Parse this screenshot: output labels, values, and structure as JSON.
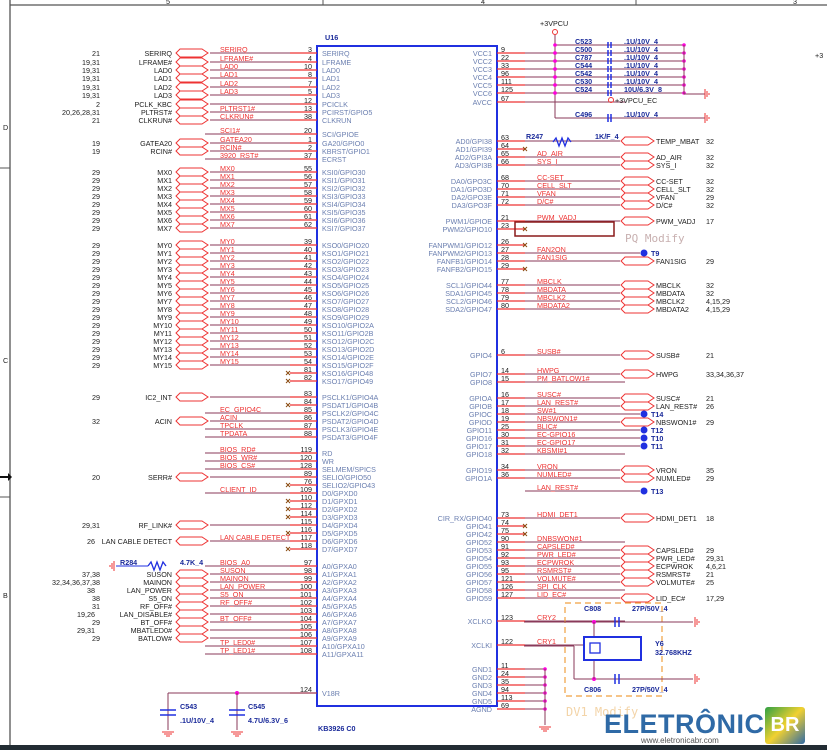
{
  "sheet": {
    "zone_labels": {
      "top": [
        "5",
        "4",
        "3"
      ],
      "left": [
        "D",
        "C",
        "B"
      ]
    },
    "chip": {
      "ref": "U16",
      "part": "KB3926 C0"
    },
    "power": {
      "rail": "+3VPCU",
      "rail_ec": "+3VPCU_EC",
      "offsheet_right": "+3"
    },
    "annotations": {
      "pq_modify": "PQ Modify",
      "dv1_modify": "DV1 Modify"
    }
  },
  "left_pins": [
    {
      "pin": "3",
      "name": "SERIRQ",
      "net": "SERIRQ",
      "port": "SERIRQ",
      "ref": "21"
    },
    {
      "pin": "4",
      "name": "LFRAME",
      "net": "LFRAME#",
      "port": "LFRAME#",
      "ref": "19,31"
    },
    {
      "pin": "10",
      "name": "LAD0",
      "net": "LAD0",
      "port": "LAD0",
      "ref": "19,31"
    },
    {
      "pin": "8",
      "name": "LAD1",
      "net": "LAD1",
      "port": "LAD1",
      "ref": "19,31"
    },
    {
      "pin": "7",
      "name": "LAD2",
      "net": "LAD2",
      "port": "LAD2",
      "ref": "19,31"
    },
    {
      "pin": "5",
      "name": "LAD3",
      "net": "LAD3",
      "port": "LAD3",
      "ref": "19,31"
    },
    {
      "pin": "12",
      "name": "PCICLK",
      "net": "",
      "port": "PCLK_KBC",
      "ref": "2"
    },
    {
      "pin": "13",
      "name": "PCIRST/GPIO5",
      "net": "PLTRST1#",
      "port": "PLTRST#",
      "ref": "20,26,28,31"
    },
    {
      "pin": "38",
      "name": "CLKRUN",
      "net": "CLKRUN#",
      "port": "CLKRUN#",
      "ref": "21"
    },
    {
      "pin": "20",
      "name": "SCI/GPIOE",
      "net": "SCI1#",
      "port": "",
      "ref": ""
    },
    {
      "pin": "1",
      "name": "GA20/GPIO0",
      "net": "GATEA20",
      "port": "GATEA20",
      "ref": "19"
    },
    {
      "pin": "2",
      "name": "KBRST/GPIO1",
      "net": "RCIN#",
      "port": "RCIN#",
      "ref": "19"
    },
    {
      "pin": "37",
      "name": "ECRST",
      "net": "3920_RST#",
      "port": "",
      "ref": ""
    },
    {
      "pin": "55",
      "name": "KSI0/GPIO30",
      "net": "MX0",
      "port": "MX0",
      "ref": "29"
    },
    {
      "pin": "56",
      "name": "KSI1/GPIO31",
      "net": "MX1",
      "port": "MX1",
      "ref": "29"
    },
    {
      "pin": "57",
      "name": "KSI2/GPIO32",
      "net": "MX2",
      "port": "MX2",
      "ref": "29"
    },
    {
      "pin": "58",
      "name": "KSI3/GPIO33",
      "net": "MX3",
      "port": "MX3",
      "ref": "29"
    },
    {
      "pin": "59",
      "name": "KSI4/GPIO34",
      "net": "MX4",
      "port": "MX4",
      "ref": "29"
    },
    {
      "pin": "60",
      "name": "KSI5/GPIO35",
      "net": "MX5",
      "port": "MX5",
      "ref": "29"
    },
    {
      "pin": "61",
      "name": "KSI6/GPIO36",
      "net": "MX6",
      "port": "MX6",
      "ref": "29"
    },
    {
      "pin": "62",
      "name": "KSI7/GPIO37",
      "net": "MX7",
      "port": "MX7",
      "ref": "29"
    },
    {
      "pin": "39",
      "name": "KSO0/GPIO20",
      "net": "MY0",
      "port": "MY0",
      "ref": "29"
    },
    {
      "pin": "40",
      "name": "KSO1/GPIO21",
      "net": "MY1",
      "port": "MY1",
      "ref": "29"
    },
    {
      "pin": "41",
      "name": "KSO2/GPIO22",
      "net": "MY2",
      "port": "MY2",
      "ref": "29"
    },
    {
      "pin": "42",
      "name": "KSO3/GPIO23",
      "net": "MY3",
      "port": "MY3",
      "ref": "29"
    },
    {
      "pin": "43",
      "name": "KSO4/GPIO24",
      "net": "MY4",
      "port": "MY4",
      "ref": "29"
    },
    {
      "pin": "44",
      "name": "KSO5/GPIO25",
      "net": "MY5",
      "port": "MY5",
      "ref": "29"
    },
    {
      "pin": "45",
      "name": "KSO6/GPIO26",
      "net": "MY6",
      "port": "MY6",
      "ref": "29"
    },
    {
      "pin": "46",
      "name": "KSO7/GPIO27",
      "net": "MY7",
      "port": "MY7",
      "ref": "29"
    },
    {
      "pin": "47",
      "name": "KSO8/GPIO28",
      "net": "MY8",
      "port": "MY8",
      "ref": "29"
    },
    {
      "pin": "48",
      "name": "KSO9/GPIO29",
      "net": "MY9",
      "port": "MY9",
      "ref": "29"
    },
    {
      "pin": "49",
      "name": "KSO10/GPIO2A",
      "net": "MY10",
      "port": "MY10",
      "ref": "29"
    },
    {
      "pin": "50",
      "name": "KSO11/GPIO2B",
      "net": "MY11",
      "port": "MY11",
      "ref": "29"
    },
    {
      "pin": "51",
      "name": "KSO12/GPIO2C",
      "net": "MY12",
      "port": "MY12",
      "ref": "29"
    },
    {
      "pin": "52",
      "name": "KSO13/GPIO2D",
      "net": "MY13",
      "port": "MY13",
      "ref": "29"
    },
    {
      "pin": "53",
      "name": "KSO14/GPIO2E",
      "net": "MY14",
      "port": "MY14",
      "ref": "29"
    },
    {
      "pin": "54",
      "name": "KSO15/GPIO2F",
      "net": "MY15",
      "port": "MY15",
      "ref": "29"
    },
    {
      "pin": "81",
      "name": "KSO16/GPIO48",
      "net": "",
      "port": "",
      "ref": "",
      "nc": true
    },
    {
      "pin": "82",
      "name": "KSO17/GPIO49",
      "net": "",
      "port": "",
      "ref": "",
      "nc": true
    },
    {
      "pin": "83",
      "name": "PSCLK1/GPIO4A",
      "net": "",
      "port": "IC2_INT",
      "ref": "29"
    },
    {
      "pin": "84",
      "name": "PSDAT1/GPIO4B",
      "net": "",
      "port": "",
      "ref": "",
      "nc": true
    },
    {
      "pin": "85",
      "name": "PSCLK2/GPIO4C",
      "net": "EC_GPIO4C",
      "port": "",
      "ref": ""
    },
    {
      "pin": "86",
      "name": "PSDAT2/GPIO4D",
      "net": "ACIN",
      "port": "ACIN",
      "ref": "32"
    },
    {
      "pin": "87",
      "name": "PSCLK3/GPIO4E",
      "net": "TPCLK",
      "port": "",
      "ref": ""
    },
    {
      "pin": "88",
      "name": "PSDAT3/GPIO4F",
      "net": "TPDATA",
      "port": "",
      "ref": ""
    },
    {
      "pin": "119",
      "name": "RD",
      "net": "BIOS_RD#",
      "port": "",
      "ref": ""
    },
    {
      "pin": "120",
      "name": "WR",
      "net": "BIOS_WR#",
      "port": "",
      "ref": ""
    },
    {
      "pin": "128",
      "name": "SELMEM/SPICS",
      "net": "BIOS_CS#",
      "port": "",
      "ref": ""
    },
    {
      "pin": "89",
      "name": "SELIO/GPIO50",
      "net": "",
      "port": "SERR#",
      "ref": "20"
    },
    {
      "pin": "76",
      "name": "SELIO2/GPIO43",
      "net": "",
      "port": "",
      "ref": "",
      "nc": true
    },
    {
      "pin": "109",
      "name": "D0/GPXD0",
      "net": "CLIENT_ID",
      "port": "",
      "ref": ""
    },
    {
      "pin": "110",
      "name": "D1/GPXD1",
      "net": "",
      "port": "",
      "ref": "",
      "nc": true
    },
    {
      "pin": "112",
      "name": "D2/GPXD2",
      "net": "",
      "port": "",
      "ref": "",
      "nc": true
    },
    {
      "pin": "114",
      "name": "D3/GPXD3",
      "net": "",
      "port": "",
      "ref": "",
      "nc": true
    },
    {
      "pin": "115",
      "name": "D4/GPXD4",
      "net": "",
      "port": "RF_LINK#",
      "ref": "29,31"
    },
    {
      "pin": "116",
      "name": "D5/GPXD5",
      "net": "",
      "port": "",
      "ref": "",
      "nc": true
    },
    {
      "pin": "117",
      "name": "D6/GPXD6",
      "net": "LAN CABLE DETECT",
      "port": "LAN CABLE DETECT",
      "ref": "26"
    },
    {
      "pin": "118",
      "name": "D7/GPXD7",
      "net": "",
      "port": "",
      "ref": "",
      "nc": true
    },
    {
      "pin": "97",
      "name": "A0/GPXA0",
      "net": "BIOS_A0",
      "port": "",
      "ref": ""
    },
    {
      "pin": "98",
      "name": "A1/GPXA1",
      "net": "SUSON",
      "port": "SUSON",
      "ref": "37,38"
    },
    {
      "pin": "99",
      "name": "A2/GPXA2",
      "net": "MAINON",
      "port": "MAINON",
      "ref": "32,34,36,37,38"
    },
    {
      "pin": "100",
      "name": "A3/GPXA3",
      "net": "LAN_POWER",
      "port": "LAN_POWER",
      "ref": "38"
    },
    {
      "pin": "101",
      "name": "A4/GPXA4",
      "net": "S5_ON",
      "port": "S5_ON",
      "ref": "38"
    },
    {
      "pin": "102",
      "name": "A5/GPXA5",
      "net": "RF_OFF#",
      "port": "RF_OFF#",
      "ref": "31"
    },
    {
      "pin": "103",
      "name": "A6/GPXA6",
      "net": "",
      "port": "LAN_DISABLE#",
      "ref": "19,26"
    },
    {
      "pin": "104",
      "name": "A7/GPXA7",
      "net": "BT_OFF#",
      "port": "BT_OFF#",
      "ref": "29"
    },
    {
      "pin": "105",
      "name": "A8/GPXA8",
      "net": "",
      "port": "MBATLED0#",
      "ref": "29,31"
    },
    {
      "pin": "106",
      "name": "A9/GPXA9",
      "net": "",
      "port": "BATLOW#",
      "ref": "29"
    },
    {
      "pin": "107",
      "name": "A10/GPXA10",
      "net": "TP_LED0#",
      "port": "",
      "ref": ""
    },
    {
      "pin": "108",
      "name": "A11/GPXA11",
      "net": "TP_LED1#",
      "port": "",
      "ref": ""
    },
    {
      "pin": "124",
      "name": "V18R",
      "net": "",
      "port": "",
      "ref": ""
    }
  ],
  "right_pins": [
    {
      "pin": "9",
      "name": "VCC1",
      "net": "",
      "port": "",
      "ref": ""
    },
    {
      "pin": "22",
      "name": "VCC2",
      "net": "",
      "port": "",
      "ref": ""
    },
    {
      "pin": "33",
      "name": "VCC3",
      "net": "",
      "port": "",
      "ref": ""
    },
    {
      "pin": "96",
      "name": "VCC4",
      "net": "",
      "port": "",
      "ref": ""
    },
    {
      "pin": "111",
      "name": "VCC5",
      "net": "",
      "port": "",
      "ref": ""
    },
    {
      "pin": "125",
      "name": "VCC6",
      "net": "",
      "port": "",
      "ref": ""
    },
    {
      "pin": "67",
      "name": "AVCC",
      "net": "",
      "port": "",
      "ref": ""
    },
    {
      "pin": "63",
      "name": "AD0/GPI38",
      "net": "",
      "port": "TEMP_MBAT",
      "ref": "32"
    },
    {
      "pin": "64",
      "name": "AD1/GPI39",
      "net": "",
      "port": "",
      "ref": "",
      "nc": true
    },
    {
      "pin": "65",
      "name": "AD2/GPI3A",
      "net": "AD_AIR",
      "port": "AD_AIR",
      "ref": "32"
    },
    {
      "pin": "66",
      "name": "AD3/GPI3B",
      "net": "SYS_I",
      "port": "SYS_I",
      "ref": "32"
    },
    {
      "pin": "68",
      "name": "DA0/GPO3C",
      "net": "CC-SET",
      "port": "CC-SET",
      "ref": "32"
    },
    {
      "pin": "70",
      "name": "DA1/GPO3D",
      "net": "CELL_SLT",
      "port": "CELL_SLT",
      "ref": "32"
    },
    {
      "pin": "71",
      "name": "DA2/GPO3E",
      "net": "VFAN",
      "port": "VFAN",
      "ref": "29"
    },
    {
      "pin": "72",
      "name": "DA3/GPO3F",
      "net": "D/C#",
      "port": "D/C#",
      "ref": "32"
    },
    {
      "pin": "21",
      "name": "PWM1/GPIOE",
      "net": "PWM_VADJ",
      "port": "PWM_VADJ",
      "ref": "17"
    },
    {
      "pin": "23",
      "name": "PWM2/GPIO10",
      "net": "",
      "port": "",
      "ref": "",
      "nc": true
    },
    {
      "pin": "26",
      "name": "FANPWM1/GPIO12",
      "net": "",
      "port": "",
      "ref": "",
      "nc": true
    },
    {
      "pin": "27",
      "name": "FANPWM2/GPIO13",
      "net": "FAN2ON",
      "port": "T9",
      "ref": ""
    },
    {
      "pin": "28",
      "name": "FANFB1/GPIO14",
      "net": "FAN1SIG",
      "port": "FAN1SIG",
      "ref": "29"
    },
    {
      "pin": "29",
      "name": "FANFB2/GPIO15",
      "net": "",
      "port": "",
      "ref": "",
      "nc": true
    },
    {
      "pin": "77",
      "name": "SCL1/GPIO44",
      "net": "MBCLK",
      "port": "MBCLK",
      "ref": "32"
    },
    {
      "pin": "78",
      "name": "SDA1/GPIO45",
      "net": "MBDATA",
      "port": "MBDATA",
      "ref": "32"
    },
    {
      "pin": "79",
      "name": "SCL2/GPIO46",
      "net": "MBCLK2",
      "port": "MBCLK2",
      "ref": "4,15,29"
    },
    {
      "pin": "80",
      "name": "SDA2/GPIO47",
      "net": "MBDATA2",
      "port": "MBDATA2",
      "ref": "4,15,29"
    },
    {
      "pin": "6",
      "name": "GPIO4",
      "net": "SUSB#",
      "port": "SUSB#",
      "ref": "21"
    },
    {
      "pin": "14",
      "name": "GPIO7",
      "net": "HWPG",
      "port": "HWPG",
      "ref": "33,34,36,37"
    },
    {
      "pin": "15",
      "name": "GPIO8",
      "net": "PM_BATLOW1#",
      "port": "",
      "ref": ""
    },
    {
      "pin": "16",
      "name": "GPIOA",
      "net": "SUSC#",
      "port": "SUSC#",
      "ref": "21"
    },
    {
      "pin": "17",
      "name": "GPIOB",
      "net": "LAN_REST#",
      "port": "LAN_REST#",
      "ref": "26"
    },
    {
      "pin": "18",
      "name": "GPIOC",
      "net": "SW#1",
      "port": "T14",
      "ref": ""
    },
    {
      "pin": "19",
      "name": "GPIOD",
      "net": "NBSWON1#",
      "port": "NBSWON1#",
      "ref": "29"
    },
    {
      "pin": "25",
      "name": "GPIO11",
      "net": "BLIC#",
      "port": "T12",
      "ref": ""
    },
    {
      "pin": "30",
      "name": "GPIO16",
      "net": "EC-GPIO16",
      "port": "T10",
      "ref": ""
    },
    {
      "pin": "31",
      "name": "GPIO17",
      "net": "EC-GPIO17",
      "port": "T11",
      "ref": ""
    },
    {
      "pin": "32",
      "name": "GPIO18",
      "net": "KBSMI#1",
      "port": "",
      "ref": ""
    },
    {
      "pin": "34",
      "name": "GPIO19",
      "net": "VRON",
      "port": "VRON",
      "ref": "35"
    },
    {
      "pin": "36",
      "name": "GPIO1A",
      "net": "NUMLED#",
      "port": "NUMLED#",
      "ref": "29"
    },
    {
      "pin": "",
      "name": "",
      "net": "LAN_REST#",
      "port": "T13",
      "ref": ""
    },
    {
      "pin": "73",
      "name": "CIR_RX/GPIO40",
      "net": "HDMI_DET1",
      "port": "HDMI_DET1",
      "ref": "18"
    },
    {
      "pin": "74",
      "name": "GPIO41",
      "net": "",
      "port": "",
      "ref": "",
      "nc": true
    },
    {
      "pin": "75",
      "name": "GPIO42",
      "net": "",
      "port": "",
      "ref": "",
      "nc": true
    },
    {
      "pin": "90",
      "name": "GPIO52",
      "net": "DNBSWON#1",
      "port": "",
      "ref": ""
    },
    {
      "pin": "91",
      "name": "GPIO53",
      "net": "CAPSLED#",
      "port": "CAPSLED#",
      "ref": "29"
    },
    {
      "pin": "92",
      "name": "GPIO54",
      "net": "PWR_LED#",
      "port": "PWR_LED#",
      "ref": "29,31"
    },
    {
      "pin": "93",
      "name": "GPIO55",
      "net": "ECPWROK",
      "port": "ECPWROK",
      "ref": "4,6,21"
    },
    {
      "pin": "95",
      "name": "GPIO56",
      "net": "RSMRST#",
      "port": "RSMRST#",
      "ref": "21"
    },
    {
      "pin": "121",
      "name": "GPIO57",
      "net": "VOLMUTE#",
      "port": "VOLMUTE#",
      "ref": "25"
    },
    {
      "pin": "126",
      "name": "GPIO58",
      "net": "SPI_CLK",
      "port": "",
      "ref": ""
    },
    {
      "pin": "127",
      "name": "GPIO59",
      "net": "LID_EC#",
      "port": "LID_EC#",
      "ref": "17,29"
    },
    {
      "pin": "123",
      "name": "XCLKO",
      "net": "CRY2",
      "port": "",
      "ref": ""
    },
    {
      "pin": "122",
      "name": "XCLKI",
      "net": "CRY1",
      "port": "",
      "ref": ""
    },
    {
      "pin": "11",
      "name": "GND1",
      "net": "",
      "port": "",
      "ref": ""
    },
    {
      "pin": "24",
      "name": "GND2",
      "net": "",
      "port": "",
      "ref": ""
    },
    {
      "pin": "35",
      "name": "GND3",
      "net": "",
      "port": "",
      "ref": ""
    },
    {
      "pin": "94",
      "name": "GND4",
      "net": "",
      "port": "",
      "ref": ""
    },
    {
      "pin": "113",
      "name": "GND5",
      "net": "",
      "port": "",
      "ref": ""
    },
    {
      "pin": "69",
      "name": "AGND",
      "net": "",
      "port": "",
      "ref": ""
    }
  ],
  "decoupling_caps": [
    {
      "ref": "C523",
      "value": ".1U/10V_4"
    },
    {
      "ref": "C500",
      "value": ".1U/10V_4"
    },
    {
      "ref": "C787",
      "value": ".1U/10V_4"
    },
    {
      "ref": "C544",
      "value": ".1U/10V_4"
    },
    {
      "ref": "C542",
      "value": ".1U/10V_4"
    },
    {
      "ref": "C530",
      "value": ".1U/10V_4"
    },
    {
      "ref": "C524",
      "value": "10U/6.3V_8"
    }
  ],
  "avcc_cap": {
    "ref": "C496",
    "value": ".1U/10V_4"
  },
  "r247": {
    "ref": "R247",
    "value": "1K/F_4"
  },
  "r284": {
    "ref": "R284",
    "value": "4.7K_4"
  },
  "v18r_caps": [
    {
      "ref": "C543",
      "value": ".1U/10V_4"
    },
    {
      "ref": "C545",
      "value": "4.7U/6.3V_6"
    }
  ],
  "crystal": {
    "ref": "Y6",
    "value": "32.768KHZ",
    "cap_top": {
      "ref": "C808",
      "value": "27P/50V_4"
    },
    "cap_bot": {
      "ref": "C806",
      "value": "27P/50V_4"
    }
  },
  "watermark": {
    "brand": "ELETRÔNICA",
    "logo": "BR",
    "url": "www.eletronicabr.com"
  },
  "colors": {
    "chip": "#2030e0",
    "net": "#ee3333",
    "wire": "#8a3a5a",
    "junction": "#ff00dd",
    "orange": "#f0a040"
  }
}
